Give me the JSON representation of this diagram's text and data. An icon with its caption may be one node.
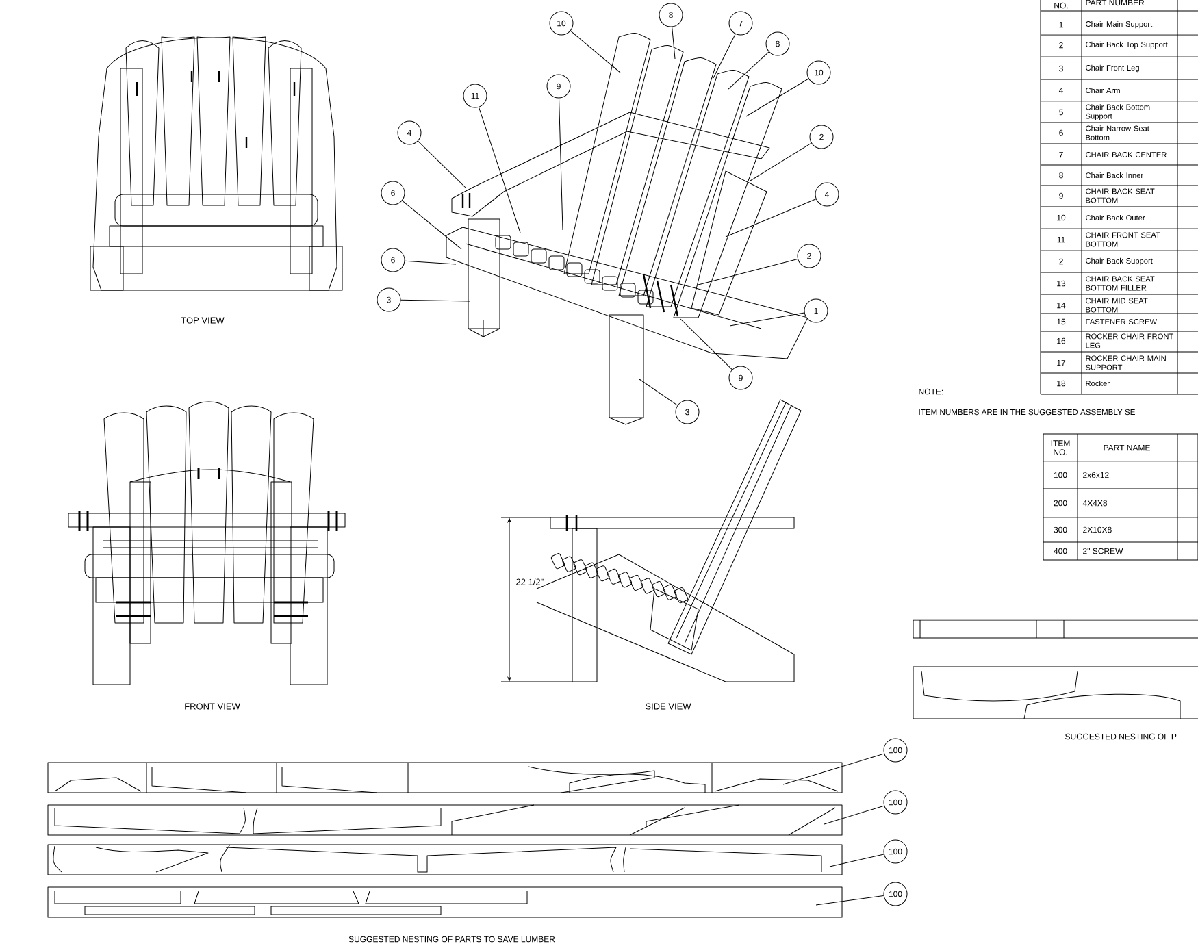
{
  "diagram": {
    "nodes": [
      {
        "text": [
          "10"
        ]
      },
      {
        "text": [
          "8"
        ]
      },
      {
        "text": [
          "7"
        ]
      },
      {
        "text": [
          "8"
        ]
      },
      {
        "text": [
          "10"
        ]
      },
      {
        "text": [
          "11"
        ]
      },
      {
        "text": [
          "9"
        ]
      },
      {
        "text": [
          "4"
        ]
      },
      {
        "text": [
          "2"
        ]
      },
      {
        "text": [
          "6"
        ]
      },
      {
        "text": [
          "4"
        ]
      },
      {
        "text": [
          "6"
        ]
      },
      {
        "text": [
          "2"
        ]
      },
      {
        "text": [
          "3"
        ]
      },
      {
        "text": [
          "1"
        ]
      },
      {
        "text": [
          "9"
        ]
      },
      {
        "text": [
          "3"
        ]
      },
      {
        "text": [
          "100"
        ]
      },
      {
        "text": [
          "100"
        ]
      },
      {
        "text": [
          "100"
        ]
      },
      {
        "text": [
          "100"
        ]
      }
    ],
    "edges": [
      {
        "from": 0,
        "to": null,
        "arrow": "none"
      },
      {
        "from": 1,
        "to": null,
        "arrow": "none"
      },
      {
        "from": 2,
        "to": null,
        "arrow": "none"
      },
      {
        "from": 3,
        "to": null,
        "arrow": "none"
      },
      {
        "from": 4,
        "to": null,
        "arrow": "none"
      },
      {
        "from": 5,
        "to": null,
        "arrow": "none"
      },
      {
        "from": 6,
        "to": null,
        "arrow": "none"
      },
      {
        "from": 7,
        "to": null,
        "arrow": "none"
      },
      {
        "from": 8,
        "to": null,
        "arrow": "none"
      },
      {
        "from": 9,
        "to": null,
        "arrow": "none"
      },
      {
        "from": 10,
        "to": null,
        "arrow": "none"
      },
      {
        "from": 11,
        "to": null,
        "arrow": "none"
      },
      {
        "from": 12,
        "to": null,
        "arrow": "none"
      },
      {
        "from": 13,
        "to": null,
        "arrow": "none"
      },
      {
        "from": 14,
        "to": null,
        "arrow": "none"
      },
      {
        "from": 15,
        "to": null,
        "arrow": "none"
      },
      {
        "from": 16,
        "to": null,
        "arrow": "none"
      },
      {
        "from": 17,
        "to": null,
        "arrow": "none"
      },
      {
        "from": 18,
        "to": null,
        "arrow": "none"
      },
      {
        "from": 19,
        "to": null,
        "arrow": "none"
      },
      {
        "from": 20,
        "to": null,
        "arrow": "none"
      }
    ],
    "labels": [
      "NO.",
      "PART NUMBER",
      "1",
      "Chair Main Support",
      "2",
      "Chair Back Top Support",
      "3",
      "Chair Front Leg",
      "4",
      "Chair Arm",
      "5",
      "Chair Back Bottom Support",
      "6",
      "Chair Narrow Seat Bottom",
      "7",
      "CHAIR BACK CENTER",
      "8",
      "Chair Back Inner",
      "9",
      "CHAIR BACK SEAT BOTTOM",
      "10",
      "Chair Back Outer",
      "11",
      "CHAIR FRONT SEAT BOTTOM",
      "2",
      "Chair Back Support",
      "13",
      "CHAIR BACK SEAT BOTTOM FILLER",
      "14",
      "CHAIR MID SEAT BOTTOM",
      "15",
      "FASTENER SCREW",
      "16",
      "ROCKER CHAIR FRONT LEG",
      "17",
      "ROCKER CHAIR MAIN SUPPORT",
      "18",
      "Rocker",
      "TOP VIEW",
      "NOTE:",
      "ITEM NUMBERS ARE IN THE SUGGESTED ASSEMBLY SE",
      "ITEM NO.",
      "PART NAME",
      "100",
      "2x6x12",
      "200",
      "4X4X8",
      "300",
      "2X10X8",
      "400",
      "2\" SCREW",
      "22 1/2\"",
      "FRONT VIEW",
      "SIDE VIEW",
      "SUGGESTED NESTING OF P",
      "SUGGESTED NESTING OF PARTS TO SAVE LUMBER"
    ]
  }
}
